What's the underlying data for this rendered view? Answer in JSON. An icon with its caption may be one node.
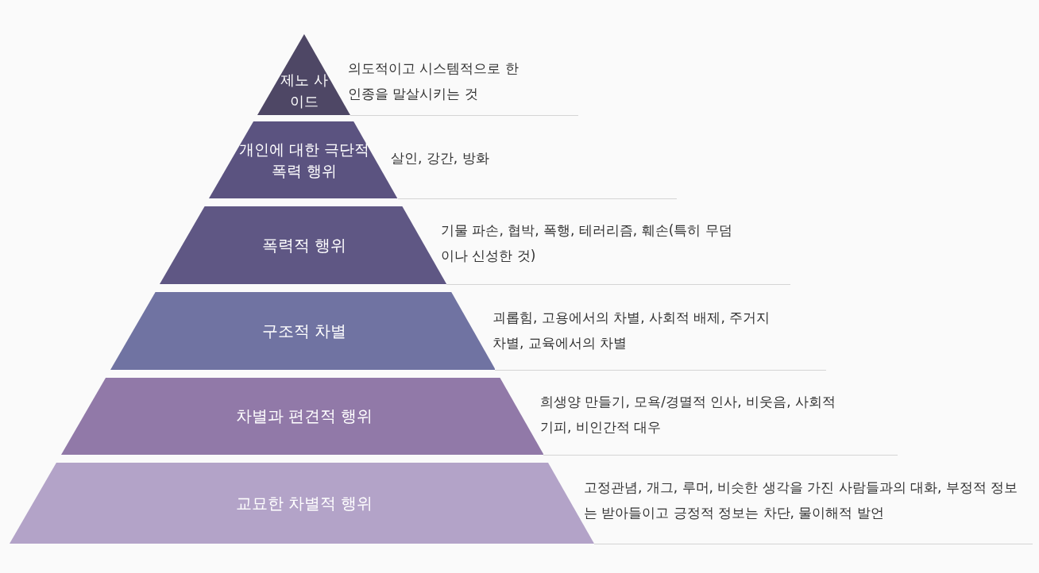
{
  "diagram": {
    "nodes": [
      {
        "text": [
          "제노 사이드"
        ],
        "beside": [
          "의도적이고 시스템적으로 한 인종을 말살시키는 것"
        ]
      },
      {
        "text": [
          "개인에 대한 극단적 폭력 행위"
        ],
        "beside": [
          "살인, 강간, 방화"
        ]
      },
      {
        "text": [
          "폭력적 행위"
        ],
        "beside": [
          "기물 파손, 협박, 폭행, 테러리즘, 훼손(특히 무덤이나 신성한 것)"
        ]
      },
      {
        "text": [
          "구조적 차별"
        ],
        "beside": [
          "괴롭힘, 고용에서의 차별, 사회적 배제, 주거지 차별, 교육에서의 차별"
        ]
      },
      {
        "text": [
          "차별과 편견적 행위"
        ],
        "beside": [
          "희생양 만들기, 모욕/경멸적 인사, 비웃음, 사회적 기피, 비인간적 대우"
        ]
      },
      {
        "text": [
          "교묘한 차별적 행위"
        ],
        "beside": [
          "고정관념, 개그, 루머, 비슷한 생각을 가진 사람들과의 대화, 부정적 정보는 받아들이고 긍정적 정보는 차단, 물이해적 발언"
        ]
      }
    ],
    "edges": []
  }
}
